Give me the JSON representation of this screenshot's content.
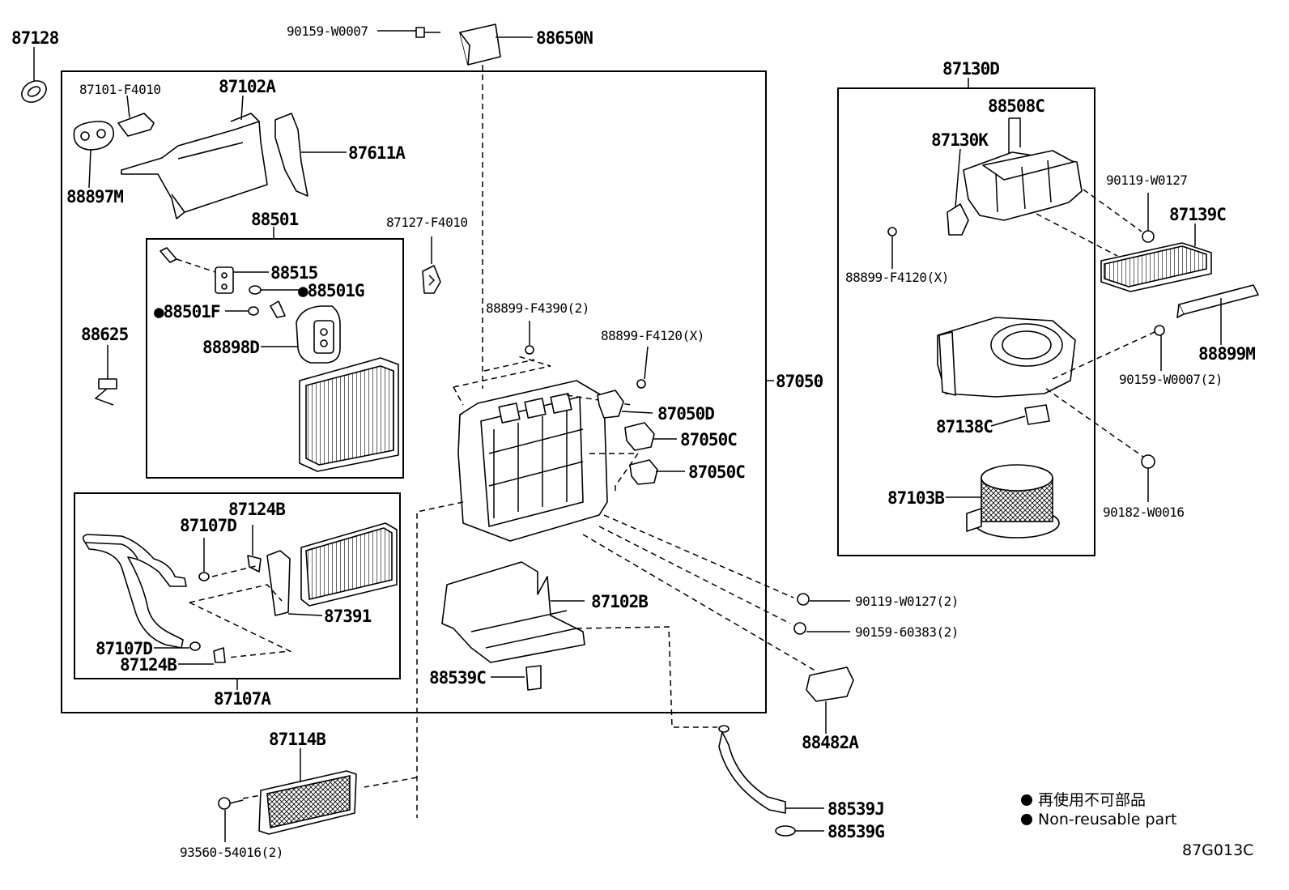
{
  "labels": {
    "p87128": "87128",
    "p90159_w0007": "90159-W0007",
    "p88650n": "88650N",
    "p87101_f4010": "87101-F4010",
    "p87102a": "87102A",
    "p87611a": "87611A",
    "p88897m": "88897M",
    "p88501": "88501",
    "p87127_f4010": "87127-F4010",
    "p88515": "88515",
    "p88501g": "●88501G",
    "p88501f": "●88501F",
    "p88625": "88625",
    "p88898d": "88898D",
    "p88899_f4390": "88899-F4390(2)",
    "p88899_f4120_x_mid": "88899-F4120(X)",
    "p87050d": "87050D",
    "p87050c_1": "87050C",
    "p87050c_2": "87050C",
    "p87050": "87050",
    "p87124b_top": "87124B",
    "p87107d_top": "87107D",
    "p87391": "87391",
    "p87107d_bot": "87107D",
    "p87124b_bot": "87124B",
    "p87107a": "87107A",
    "p87102b": "87102B",
    "p88539c": "88539C",
    "p87130d": "87130D",
    "p88508c": "88508C",
    "p87130k": "87130K",
    "p90119_w0127": "90119-W0127",
    "p87139c": "87139C",
    "p88899_f4120_x_right": "88899-F4120(X)",
    "p88899m": "88899M",
    "p90159_w0007_2": "90159-W0007(2)",
    "p87138c": "87138C",
    "p87103b": "87103B",
    "p90182_w0016": "90182-W0016",
    "p90119_w0127_2": "90119-W0127(2)",
    "p90159_60383_2": "90159-60383(2)",
    "p88482a": "88482A",
    "p87114b": "87114B",
    "p93560_54016_2": "93560-54016(2)",
    "p88539j": "88539J",
    "p88539g": "88539G"
  },
  "legend": {
    "line1": "再使用不可部品",
    "line2": "Non-reusable part"
  },
  "diagram_code": "87G013C"
}
